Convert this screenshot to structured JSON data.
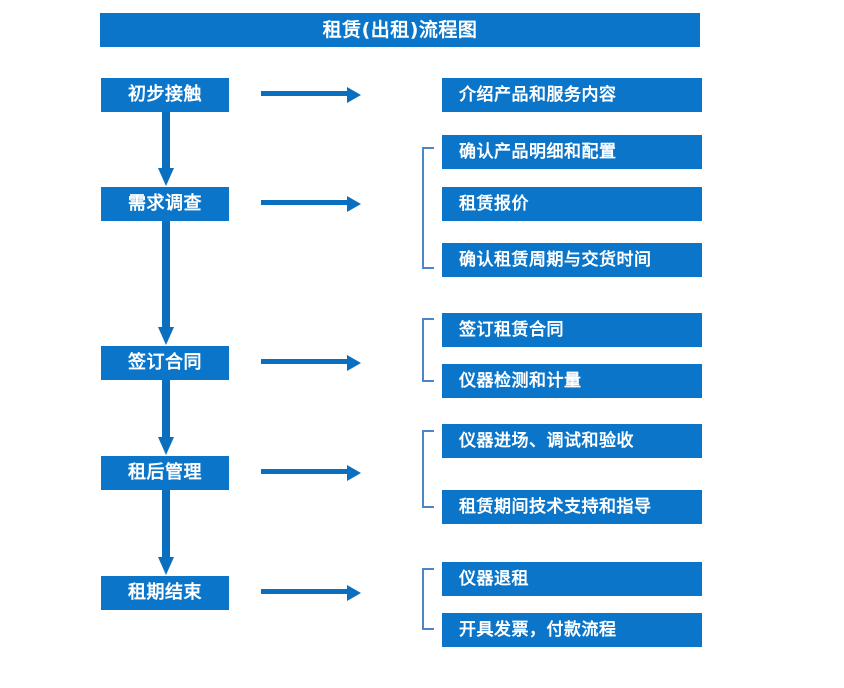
{
  "title": "租赁(出租)流程图",
  "colors": {
    "box_blue": "#0B75C9",
    "arrow_blue": "#0B6FC0",
    "bracket_blue": "#4A86C8",
    "box_text": "#FFFFFF",
    "background": "#FFFFFF"
  },
  "stages": [
    {
      "label": "初步接触"
    },
    {
      "label": "需求调查"
    },
    {
      "label": "签订合同"
    },
    {
      "label": "租后管理"
    },
    {
      "label": "租期结束"
    }
  ],
  "details": [
    {
      "label": "介绍产品和服务内容"
    },
    {
      "label": "确认产品明细和配置"
    },
    {
      "label": "租赁报价"
    },
    {
      "label": "确认租赁周期与交货时间"
    },
    {
      "label": "签订租赁合同"
    },
    {
      "label": "仪器检测和计量"
    },
    {
      "label": "仪器进场、调试和验收"
    },
    {
      "label": "租赁期间技术支持和指导"
    },
    {
      "label": "仪器退租"
    },
    {
      "label": "开具发票，付款流程"
    }
  ],
  "groups": [
    {
      "stage": "初步接触",
      "detail_labels": [
        "介绍产品和服务内容"
      ]
    },
    {
      "stage": "需求调查",
      "detail_labels": [
        "确认产品明细和配置",
        "租赁报价",
        "确认租赁周期与交货时间"
      ]
    },
    {
      "stage": "签订合同",
      "detail_labels": [
        "签订租赁合同",
        "仪器检测和计量"
      ]
    },
    {
      "stage": "租后管理",
      "detail_labels": [
        "仪器进场、调试和验收",
        "租赁期间技术支持和指导"
      ]
    },
    {
      "stage": "租期结束",
      "detail_labels": [
        "仪器退租",
        "开具发票，付款流程"
      ]
    }
  ],
  "connectors": {
    "stage_flow": [
      "初步接触 → 需求调查",
      "需求调查 → 签订合同",
      "签订合同 → 租后管理",
      "租后管理 → 租期结束"
    ],
    "stage_to_details": [
      "初步接触 → 介绍产品和服务内容",
      "需求调查 → 明细组",
      "签订合同 → 合同组",
      "租后管理 → 管理组",
      "租期结束 → 结束组"
    ]
  }
}
